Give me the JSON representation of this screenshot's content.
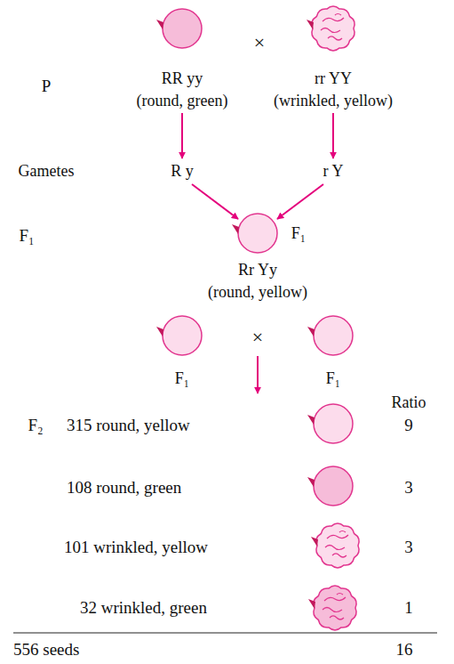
{
  "diagram": {
    "labels": [
      "×",
      "P",
      "RR yy",
      "(round, green)",
      "rr YY",
      "(wrinkled, yellow)",
      "Gametes",
      "R y",
      "r Y",
      "F₁",
      "F₁",
      "Rr Yy",
      "(round, yellow)",
      "×",
      "F₁",
      "F₁",
      "Ratio",
      "F₂",
      "315 round, yellow",
      "9",
      "108 round, green",
      "3",
      "101 wrinkled, yellow",
      "3",
      "32 wrinkled, green",
      "1",
      "556 seeds",
      "16"
    ]
  }
}
